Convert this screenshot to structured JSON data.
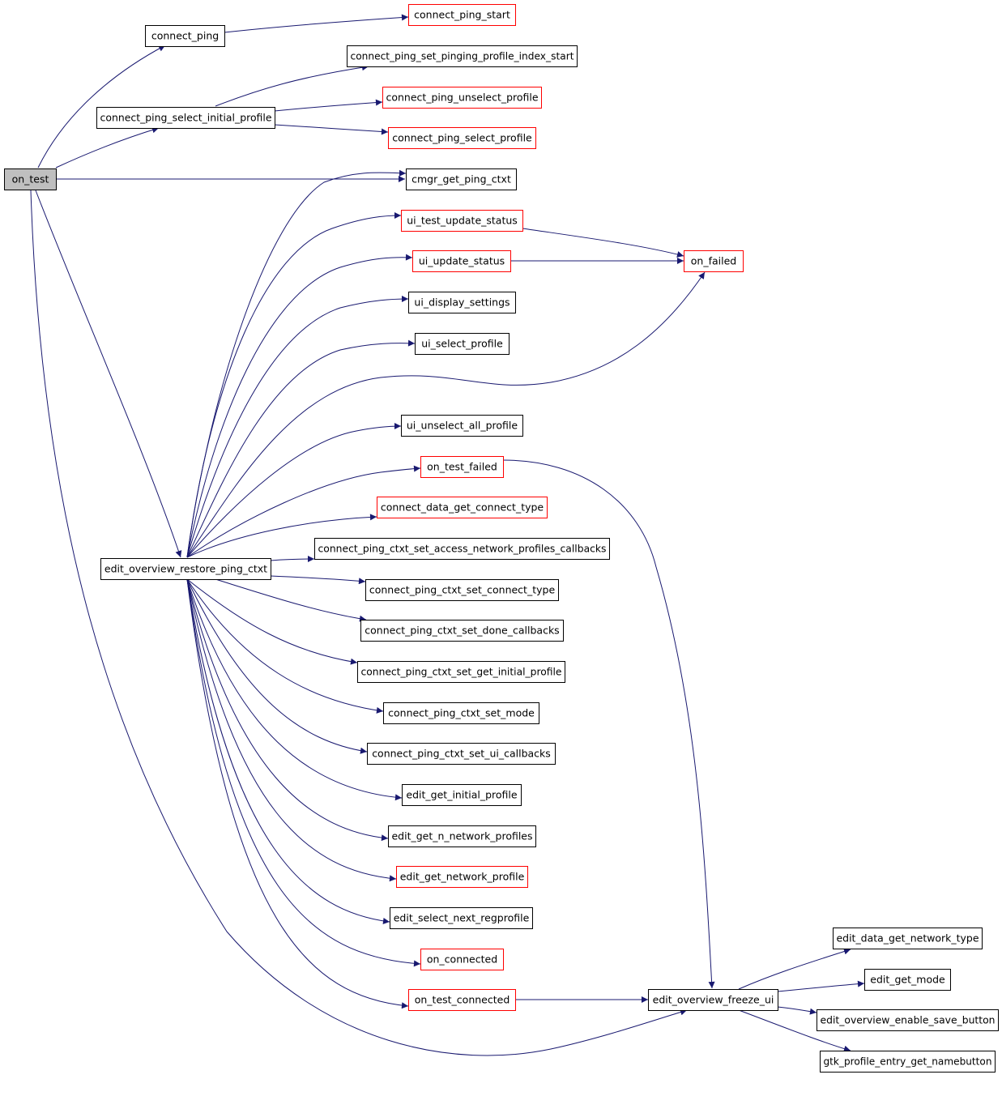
{
  "colors": {
    "edge": "#191970",
    "root_fill": "#bfbfbf",
    "root_border": "#000000",
    "plain_border": "#000000",
    "linked_border": "#ff0000",
    "box_fill": "#ffffff"
  },
  "nodes": {
    "on_test": {
      "label": "on_test",
      "style": "root"
    },
    "connect_ping": {
      "label": "connect_ping",
      "style": "plain"
    },
    "connect_ping_start": {
      "label": "connect_ping_start",
      "style": "linked"
    },
    "connect_ping_set_pinging_profile_index_start": {
      "label": "connect_ping_set_pinging_profile_index_start",
      "style": "plain"
    },
    "connect_ping_select_initial_profile": {
      "label": "connect_ping_select_initial_profile",
      "style": "plain"
    },
    "connect_ping_unselect_profile": {
      "label": "connect_ping_unselect_profile",
      "style": "linked"
    },
    "connect_ping_select_profile": {
      "label": "connect_ping_select_profile",
      "style": "linked"
    },
    "cmgr_get_ping_ctxt": {
      "label": "cmgr_get_ping_ctxt",
      "style": "plain"
    },
    "ui_test_update_status": {
      "label": "ui_test_update_status",
      "style": "linked"
    },
    "ui_update_status": {
      "label": "ui_update_status",
      "style": "linked"
    },
    "on_failed": {
      "label": "on_failed",
      "style": "linked"
    },
    "ui_display_settings": {
      "label": "ui_display_settings",
      "style": "plain"
    },
    "ui_select_profile": {
      "label": "ui_select_profile",
      "style": "plain"
    },
    "ui_unselect_all_profile": {
      "label": "ui_unselect_all_profile",
      "style": "plain"
    },
    "on_test_failed": {
      "label": "on_test_failed",
      "style": "linked"
    },
    "connect_data_get_connect_type": {
      "label": "connect_data_get_connect_type",
      "style": "linked"
    },
    "connect_ping_ctxt_set_access_network_profiles_callbacks": {
      "label": "connect_ping_ctxt_set_access_network_profiles_callbacks",
      "style": "plain"
    },
    "edit_overview_restore_ping_ctxt": {
      "label": "edit_overview_restore_ping_ctxt",
      "style": "plain"
    },
    "connect_ping_ctxt_set_connect_type": {
      "label": "connect_ping_ctxt_set_connect_type",
      "style": "plain"
    },
    "connect_ping_ctxt_set_done_callbacks": {
      "label": "connect_ping_ctxt_set_done_callbacks",
      "style": "plain"
    },
    "connect_ping_ctxt_set_get_initial_profile": {
      "label": "connect_ping_ctxt_set_get_initial_profile",
      "style": "plain"
    },
    "connect_ping_ctxt_set_mode": {
      "label": "connect_ping_ctxt_set_mode",
      "style": "plain"
    },
    "connect_ping_ctxt_set_ui_callbacks": {
      "label": "connect_ping_ctxt_set_ui_callbacks",
      "style": "plain"
    },
    "edit_get_initial_profile": {
      "label": "edit_get_initial_profile",
      "style": "plain"
    },
    "edit_get_n_network_profiles": {
      "label": "edit_get_n_network_profiles",
      "style": "plain"
    },
    "edit_get_network_profile": {
      "label": "edit_get_network_profile",
      "style": "linked"
    },
    "edit_select_next_regprofile": {
      "label": "edit_select_next_regprofile",
      "style": "plain"
    },
    "on_connected": {
      "label": "on_connected",
      "style": "linked"
    },
    "on_test_connected": {
      "label": "on_test_connected",
      "style": "linked"
    },
    "edit_overview_freeze_ui": {
      "label": "edit_overview_freeze_ui",
      "style": "plain"
    },
    "edit_data_get_network_type": {
      "label": "edit_data_get_network_type",
      "style": "plain"
    },
    "edit_get_mode": {
      "label": "edit_get_mode",
      "style": "plain"
    },
    "edit_overview_enable_save_button": {
      "label": "edit_overview_enable_save_button",
      "style": "plain"
    },
    "gtk_profile_entry_get_namebutton": {
      "label": "gtk_profile_entry_get_namebutton",
      "style": "plain"
    }
  },
  "edges": [
    [
      "on_test",
      "connect_ping"
    ],
    [
      "on_test",
      "connect_ping_select_initial_profile"
    ],
    [
      "on_test",
      "cmgr_get_ping_ctxt"
    ],
    [
      "on_test",
      "edit_overview_restore_ping_ctxt"
    ],
    [
      "on_test",
      "edit_overview_freeze_ui"
    ],
    [
      "connect_ping",
      "connect_ping_start"
    ],
    [
      "connect_ping_select_initial_profile",
      "connect_ping_set_pinging_profile_index_start"
    ],
    [
      "connect_ping_select_initial_profile",
      "connect_ping_unselect_profile"
    ],
    [
      "connect_ping_select_initial_profile",
      "connect_ping_select_profile"
    ],
    [
      "edit_overview_restore_ping_ctxt",
      "cmgr_get_ping_ctxt"
    ],
    [
      "edit_overview_restore_ping_ctxt",
      "ui_test_update_status"
    ],
    [
      "edit_overview_restore_ping_ctxt",
      "ui_update_status"
    ],
    [
      "edit_overview_restore_ping_ctxt",
      "ui_display_settings"
    ],
    [
      "edit_overview_restore_ping_ctxt",
      "ui_select_profile"
    ],
    [
      "edit_overview_restore_ping_ctxt",
      "on_failed"
    ],
    [
      "edit_overview_restore_ping_ctxt",
      "ui_unselect_all_profile"
    ],
    [
      "edit_overview_restore_ping_ctxt",
      "on_test_failed"
    ],
    [
      "edit_overview_restore_ping_ctxt",
      "connect_data_get_connect_type"
    ],
    [
      "edit_overview_restore_ping_ctxt",
      "connect_ping_ctxt_set_access_network_profiles_callbacks"
    ],
    [
      "edit_overview_restore_ping_ctxt",
      "connect_ping_ctxt_set_connect_type"
    ],
    [
      "edit_overview_restore_ping_ctxt",
      "connect_ping_ctxt_set_done_callbacks"
    ],
    [
      "edit_overview_restore_ping_ctxt",
      "connect_ping_ctxt_set_get_initial_profile"
    ],
    [
      "edit_overview_restore_ping_ctxt",
      "connect_ping_ctxt_set_mode"
    ],
    [
      "edit_overview_restore_ping_ctxt",
      "connect_ping_ctxt_set_ui_callbacks"
    ],
    [
      "edit_overview_restore_ping_ctxt",
      "edit_get_initial_profile"
    ],
    [
      "edit_overview_restore_ping_ctxt",
      "edit_get_n_network_profiles"
    ],
    [
      "edit_overview_restore_ping_ctxt",
      "edit_get_network_profile"
    ],
    [
      "edit_overview_restore_ping_ctxt",
      "edit_select_next_regprofile"
    ],
    [
      "edit_overview_restore_ping_ctxt",
      "on_connected"
    ],
    [
      "edit_overview_restore_ping_ctxt",
      "on_test_connected"
    ],
    [
      "ui_test_update_status",
      "on_failed"
    ],
    [
      "ui_update_status",
      "on_failed"
    ],
    [
      "on_test_failed",
      "edit_overview_freeze_ui"
    ],
    [
      "on_test_connected",
      "edit_overview_freeze_ui"
    ],
    [
      "edit_overview_freeze_ui",
      "edit_data_get_network_type"
    ],
    [
      "edit_overview_freeze_ui",
      "edit_get_mode"
    ],
    [
      "edit_overview_freeze_ui",
      "edit_overview_enable_save_button"
    ],
    [
      "edit_overview_freeze_ui",
      "gtk_profile_entry_get_namebutton"
    ]
  ]
}
